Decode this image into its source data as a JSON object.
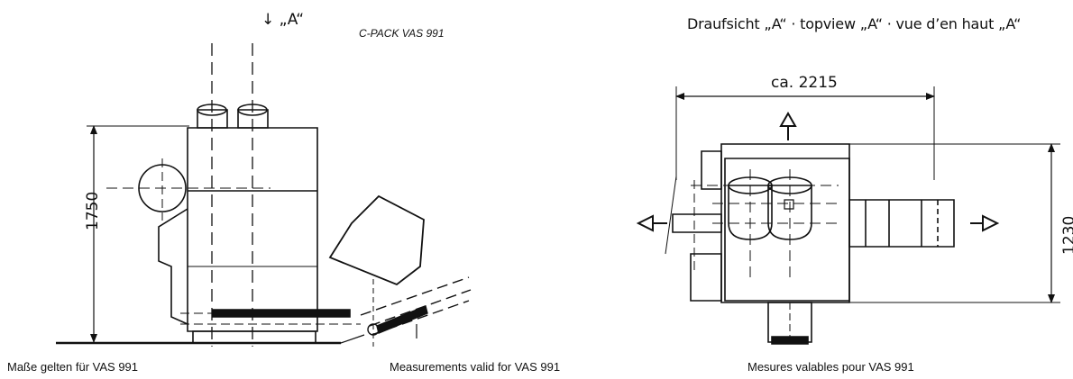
{
  "labels": {
    "view_arrow": "↓ „A“",
    "model_title": "C-PACK VAS 991",
    "topview_title": "Draufsicht „A“ · topview „A“ · vue d’en haut „A“",
    "width_dimension": "ca. 2215",
    "height_dimension": "1750",
    "depth_dimension": "1230"
  },
  "captions": {
    "de": "Maße gelten für VAS 991",
    "en": "Measurements valid for VAS 991",
    "fr": "Mesures valables pour VAS 991"
  },
  "colors": {
    "ink": "#111111",
    "background": "#ffffff"
  }
}
